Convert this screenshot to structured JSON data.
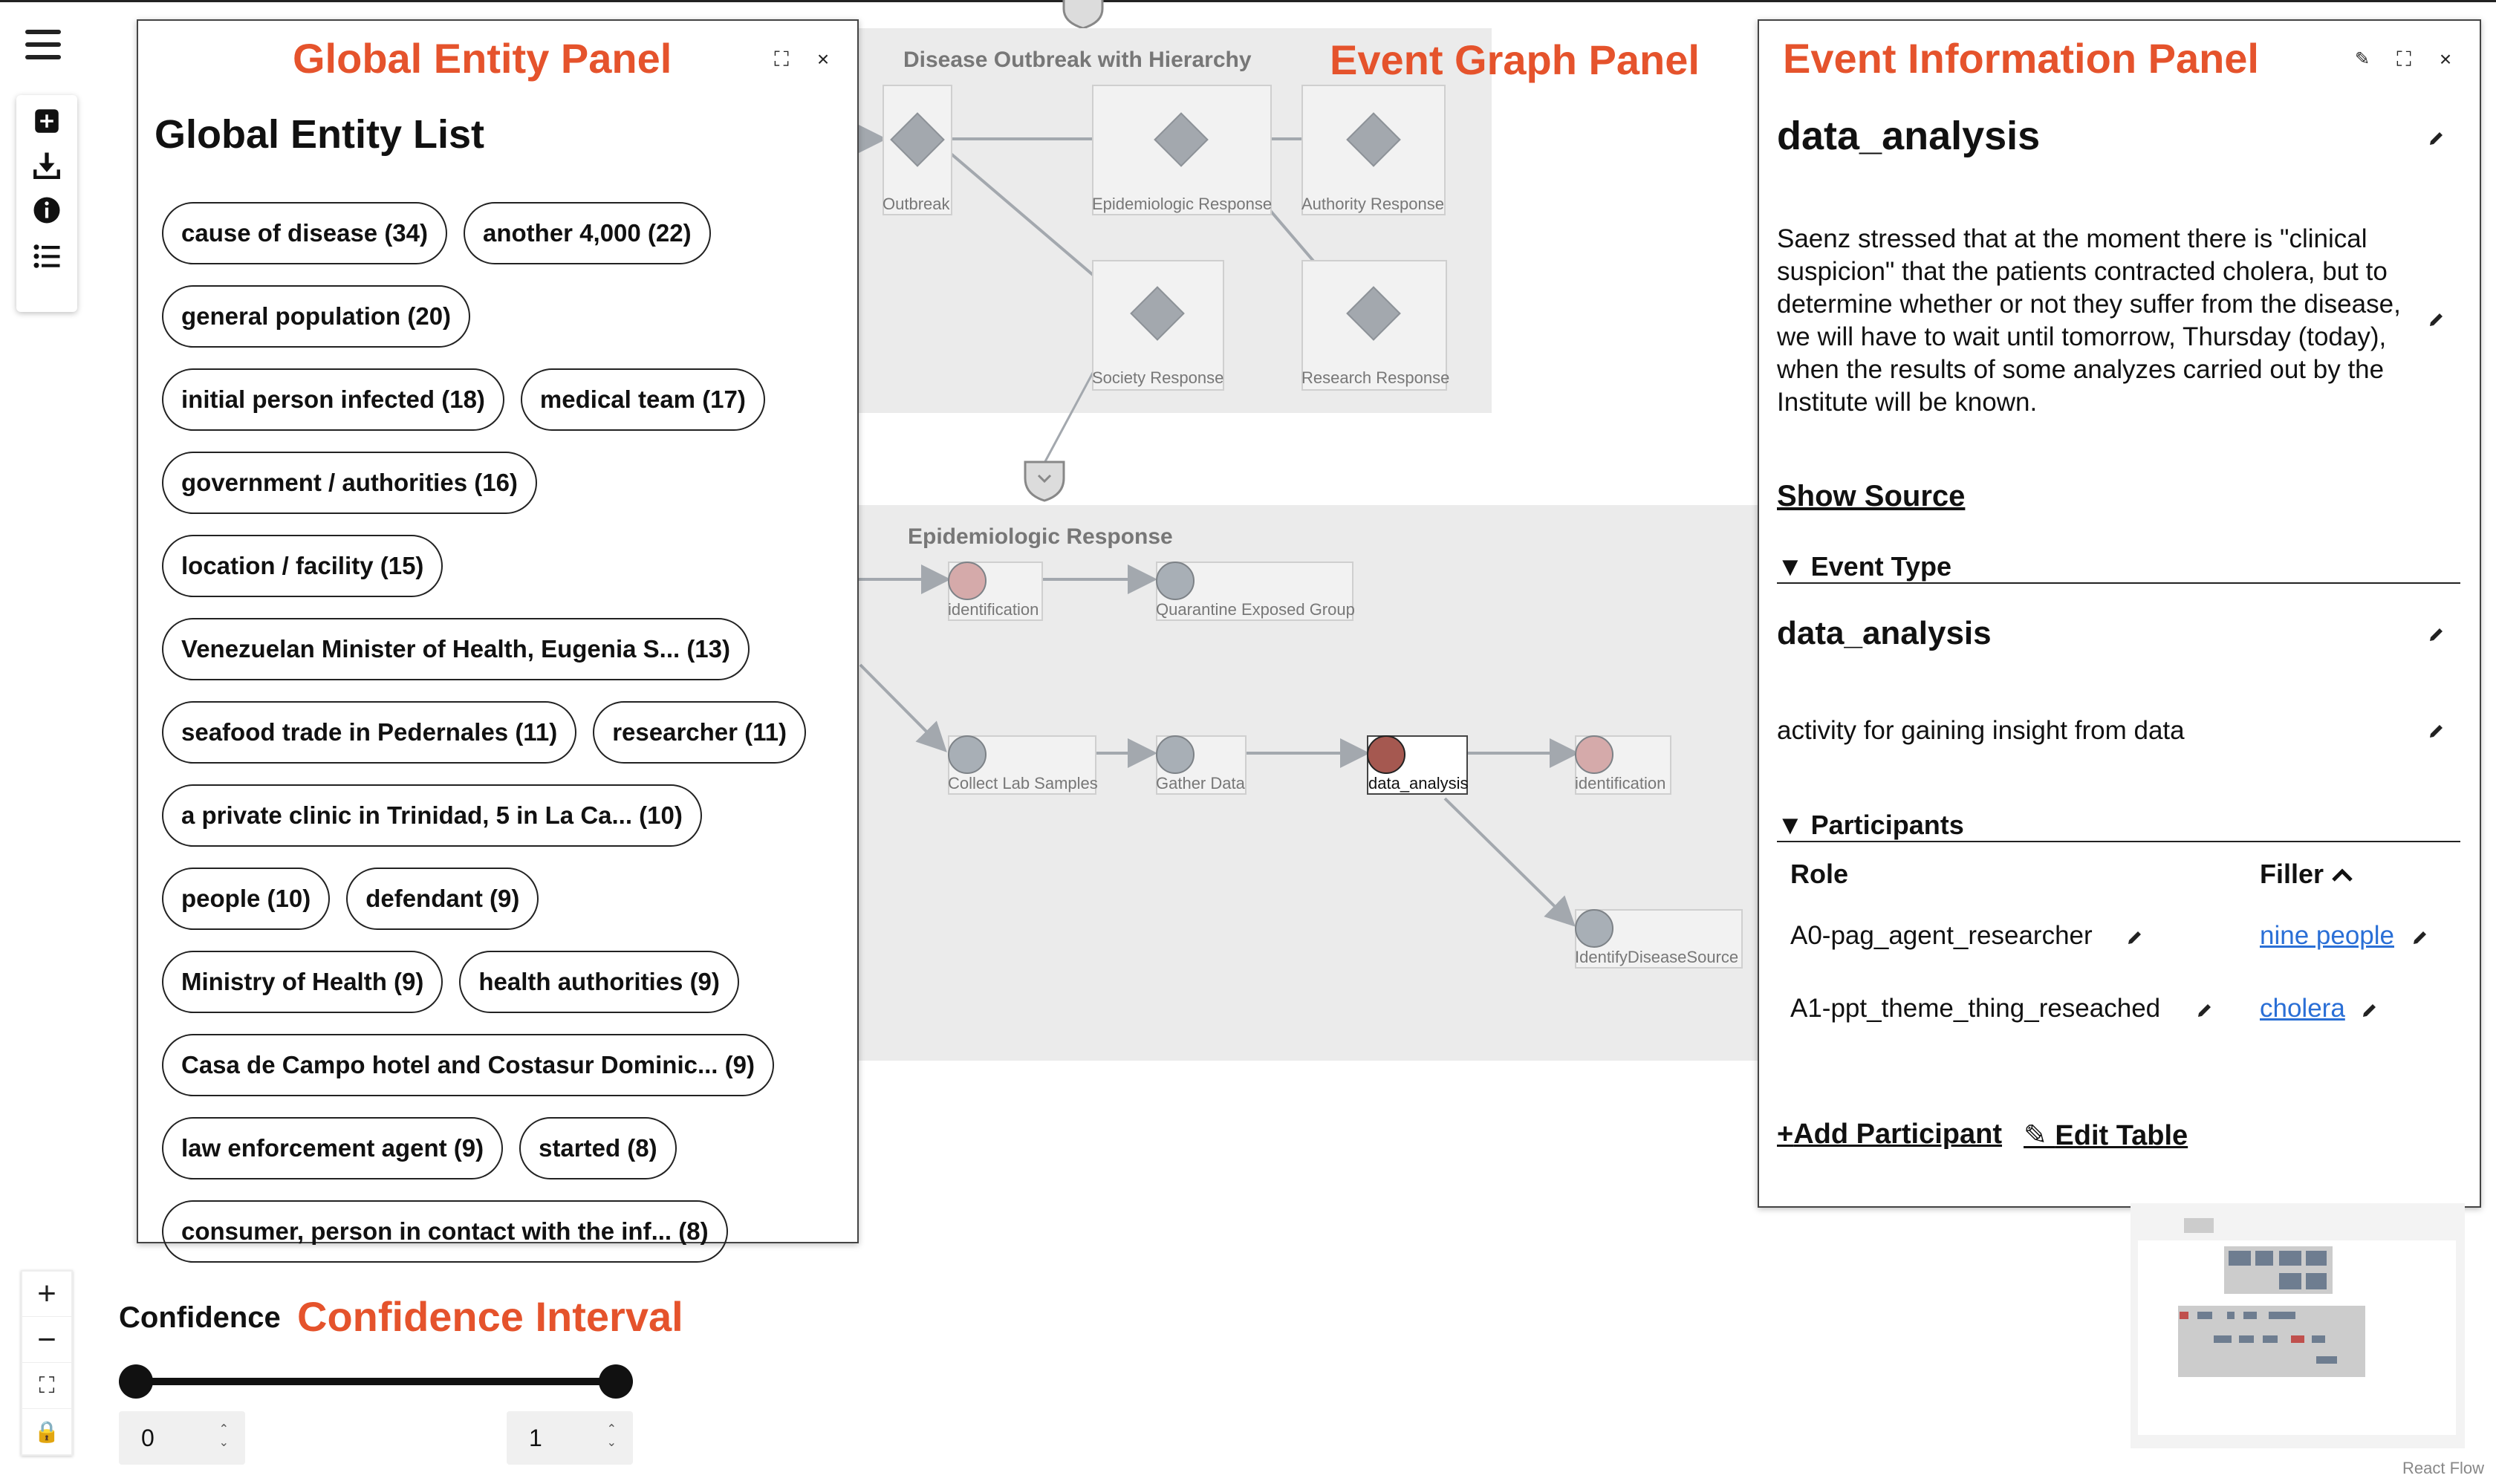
{
  "toolbar": {
    "menu_icon": "hamburger-icon",
    "items": [
      {
        "icon": "add-square-icon"
      },
      {
        "icon": "download-icon"
      },
      {
        "icon": "info-icon"
      },
      {
        "icon": "list-icon"
      }
    ]
  },
  "annotations": {
    "global_entity_panel": "Global Entity Panel",
    "event_graph_panel": "Event Graph Panel",
    "event_information_panel": "Event Information Panel",
    "confidence_interval": "Confidence Interval"
  },
  "graph": {
    "hierarchy_group": {
      "title": "Disease Outbreak with Hierarchy",
      "nodes": [
        "Outbreak",
        "Epidemiologic Response",
        "Authority Response",
        "Society Response",
        "Research Response"
      ]
    },
    "sub_group": {
      "title": "Epidemiologic Response",
      "nodes": [
        "identification",
        "Quarantine Exposed Group",
        "Collect Lab Samples",
        "Gather Data",
        "data_analysis",
        "identification",
        "IdentifyDiseaseSource"
      ]
    }
  },
  "entity_panel": {
    "title": "Global Entity List",
    "entities": [
      "cause of disease (34)",
      "another 4,000 (22)",
      "general population (20)",
      "initial person infected (18)",
      "medical team (17)",
      "government / authorities (16)",
      "location / facility (15)",
      "Venezuelan Minister of Health, Eugenia S... (13)",
      "seafood trade in Pedernales (11)",
      "researcher (11)",
      "a private clinic in Trinidad, 5 in La Ca... (10)",
      "people (10)",
      "defendant (9)",
      "Ministry of Health (9)",
      "health authorities (9)",
      "Casa de Campo hotel and Costasur Dominic... (9)",
      "law enforcement agent (9)",
      "started (8)",
      "consumer, person in contact with the inf... (8)"
    ]
  },
  "event_panel": {
    "title": "data_analysis",
    "description": "Saenz stressed that at the moment there is \"clinical suspicion\" that the patients contracted cholera, but to determine whether or not they suffer from the disease, we will have to wait until tomorrow, Thursday (today), when the results of some analyzes carried out by the Institute will be known.",
    "show_source": "Show Source",
    "event_type_section": "Event Type",
    "event_type_name": "data_analysis",
    "event_type_desc": "activity for gaining insight from data",
    "participants_section": "Participants",
    "col_role": "Role",
    "col_filler": "Filler",
    "participants": [
      {
        "role": "A0-pag_agent_researcher",
        "filler": "nine people"
      },
      {
        "role": "A1-ppt_theme_thing_reseached",
        "filler": "cholera"
      }
    ],
    "add_participant": "Add Participant",
    "edit_table": "Edit Table"
  },
  "confidence": {
    "label": "Confidence",
    "min_value": "0",
    "max_value": "1",
    "low_fraction": 0.0,
    "high_fraction": 1.0
  },
  "attribution": "React Flow",
  "colors": {
    "annotation": "#e5532c",
    "link": "#2a6fd6",
    "selected_node": "#a55850",
    "pink_node": "#d5aaaa",
    "gray_node": "#a8afb6"
  }
}
